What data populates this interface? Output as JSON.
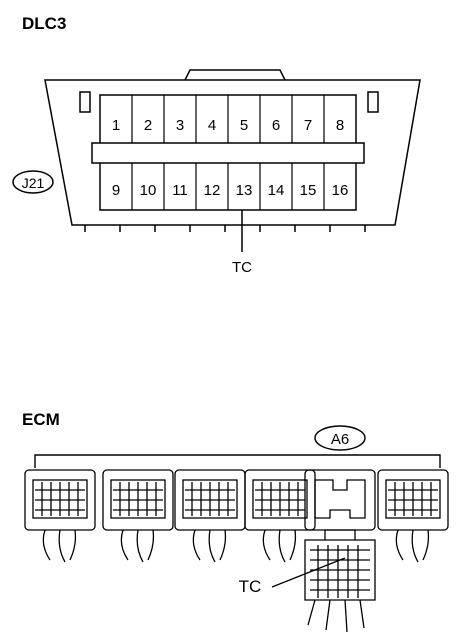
{
  "dlc3": {
    "title": "DLC3",
    "connector_code": "J21",
    "pins_top": [
      "1",
      "2",
      "3",
      "4",
      "5",
      "6",
      "7",
      "8"
    ],
    "pins_bottom": [
      "9",
      "10",
      "11",
      "12",
      "13",
      "14",
      "15",
      "16"
    ],
    "callout": "TC"
  },
  "ecm": {
    "title": "ECM",
    "connector_code": "A6",
    "callout": "TC"
  }
}
